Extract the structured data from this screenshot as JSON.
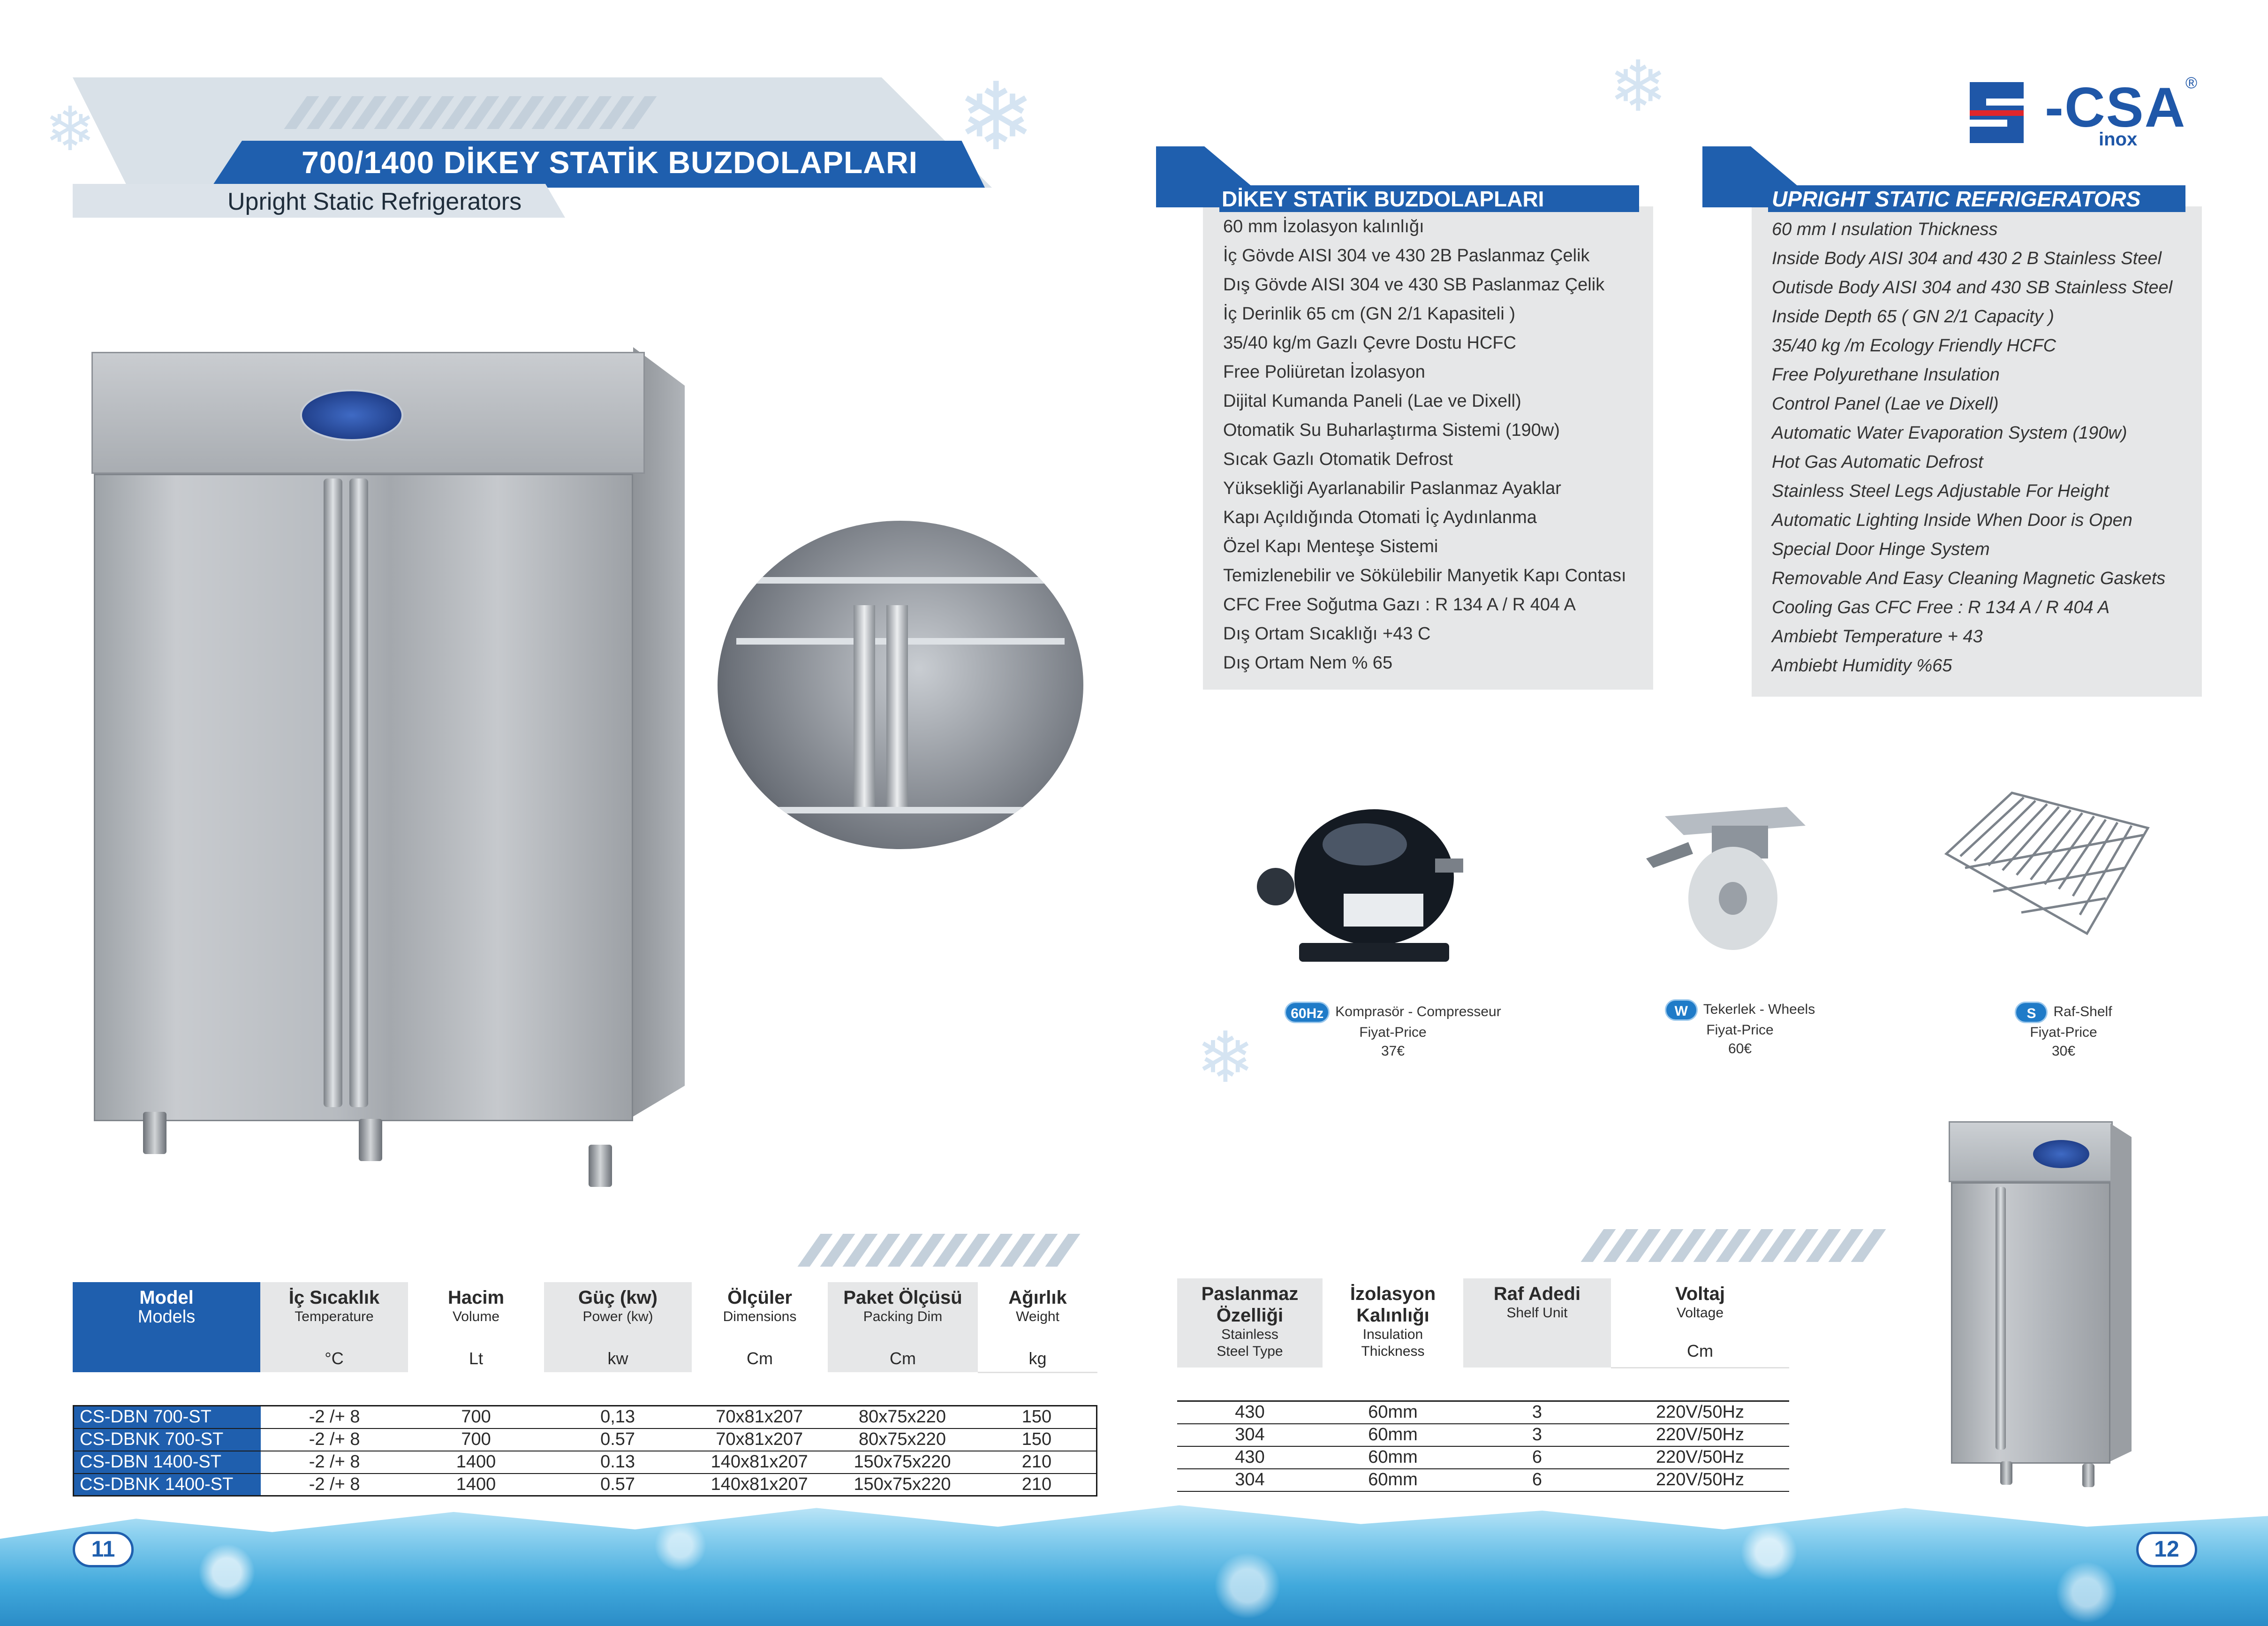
{
  "left": {
    "title": "700/1400 DİKEY STATİK BUZDOLAPLARI",
    "subtitle": "Upright Static Refrigerators"
  },
  "brand": {
    "name": "-CSA",
    "sub": "inox",
    "reg": "®"
  },
  "spec_tr": {
    "heading": "DİKEY STATİK BUZDOLAPLARI",
    "items": [
      "60 mm İzolasyon kalınlığı",
      "İç Gövde AISI 304 ve 430 2B Paslanmaz Çelik",
      "Dış Gövde AISI 304 ve 430 SB Paslanmaz Çelik",
      "İç Derinlik 65 cm (GN 2/1 Kapasiteli )",
      "35/40 kg/m Gazlı Çevre Dostu HCFC",
      "Free Poliüretan İzolasyon",
      "Dijital Kumanda Paneli (Lae ve Dixell)",
      "Otomatik Su Buharlaştırma Sistemi (190w)",
      "Sıcak Gazlı Otomatik Defrost",
      "Yüksekliği Ayarlanabilir Paslanmaz Ayaklar",
      "Kapı Açıldığında Otomati İç Aydınlanma",
      "Özel  Kapı Menteşe Sistemi",
      "Temizlenebilir ve Sökülebilir Manyetik Kapı Contası",
      "CFC Free Soğutma Gazı : R 134 A  / R 404 A",
      "Dış Ortam Sıcaklığı  +43 C",
      "Dış Ortam Nem  % 65"
    ]
  },
  "spec_en": {
    "heading": "UPRIGHT STATIC REFRIGERATORS",
    "items": [
      "60 mm I nsulation Thickness",
      "Inside Body AISI 304 and 430 2 B Stainless Steel",
      "Outisde Body AISI 304 and 430 SB Stainless Steel",
      "Inside Depth 65 ( GN 2/1 Capacity )",
      "35/40 kg /m Ecology Friendly HCFC",
      "Free Polyurethane Insulation",
      "Control Panel (Lae ve Dixell)",
      "Automatic Water Evaporation System (190w)",
      "Hot Gas Automatic Defrost",
      "Stainless Steel Legs Adjustable For Height",
      "Automatic Lighting Inside When Door is Open",
      "Special Door Hinge System",
      "Removable And Easy Cleaning Magnetic Gaskets",
      "Cooling Gas CFC Free : R 134 A  / R 404 A",
      "Ambiebt Temperature + 43",
      "Ambiebt  Humidity  %65"
    ]
  },
  "accessories": [
    {
      "badge": "60Hz",
      "name": "Komprasör - Compresseur",
      "price_label": "Fiyat-Price",
      "price": "37€"
    },
    {
      "badge": "W",
      "name": "Tekerlek - Wheels",
      "price_label": "Fiyat-Price",
      "price": "60€"
    },
    {
      "badge": "S",
      "name": "Raf-Shelf",
      "price_label": "Fiyat-Price",
      "price": "30€"
    }
  ],
  "table1": {
    "headers": [
      {
        "tr": "Model",
        "en": "Models",
        "unit": ""
      },
      {
        "tr": "İç Sıcaklık",
        "en": "Temperature",
        "unit": "°C"
      },
      {
        "tr": "Hacim",
        "en": "Volume",
        "unit": "Lt"
      },
      {
        "tr": "Güç (kw)",
        "en": "Power (kw)",
        "unit": "kw"
      },
      {
        "tr": "Ölçüler",
        "en": "Dimensions",
        "unit": "Cm"
      },
      {
        "tr": "Paket Ölçüsü",
        "en": "Packing Dim",
        "unit": "Cm"
      },
      {
        "tr": "Ağırlık",
        "en": "Weight",
        "unit": "kg"
      }
    ],
    "rows": [
      [
        "CS-DBN   700-ST",
        "-2 /+ 8",
        "700",
        "0,13",
        "70x81x207",
        "80x75x220",
        "150"
      ],
      [
        "CS-DBNK 700-ST",
        "-2 /+ 8",
        "700",
        "0.57",
        "70x81x207",
        "80x75x220",
        "150"
      ],
      [
        "CS-DBN   1400-ST",
        "-2 /+ 8",
        "1400",
        "0.13",
        "140x81x207",
        "150x75x220",
        "210"
      ],
      [
        "CS-DBNK 1400-ST",
        "-2 /+ 8",
        "1400",
        "0.57",
        "140x81x207",
        "150x75x220",
        "210"
      ]
    ]
  },
  "table2": {
    "headers": [
      {
        "tr": "Paslanmaz Özelliği",
        "en": "Stainless Steel Type",
        "unit": ""
      },
      {
        "tr": "İzolasyon Kalınlığı",
        "en": "Insulation Thickness",
        "unit": ""
      },
      {
        "tr": "Raf Adedi",
        "en": "Shelf Unit",
        "unit": ""
      },
      {
        "tr": "Voltaj",
        "en": "Voltage",
        "unit": "Cm"
      }
    ],
    "rows": [
      [
        "430",
        "60mm",
        "3",
        "220V/50Hz"
      ],
      [
        "304",
        "60mm",
        "3",
        "220V/50Hz"
      ],
      [
        "430",
        "60mm",
        "6",
        "220V/50Hz"
      ],
      [
        "304",
        "60mm",
        "6",
        "220V/50Hz"
      ]
    ]
  },
  "pages": {
    "left": "11",
    "right": "12"
  },
  "colors": {
    "brand_blue": "#1f5fae",
    "panel_grey": "#e6e7e8",
    "stripe": "#c4d0db"
  }
}
